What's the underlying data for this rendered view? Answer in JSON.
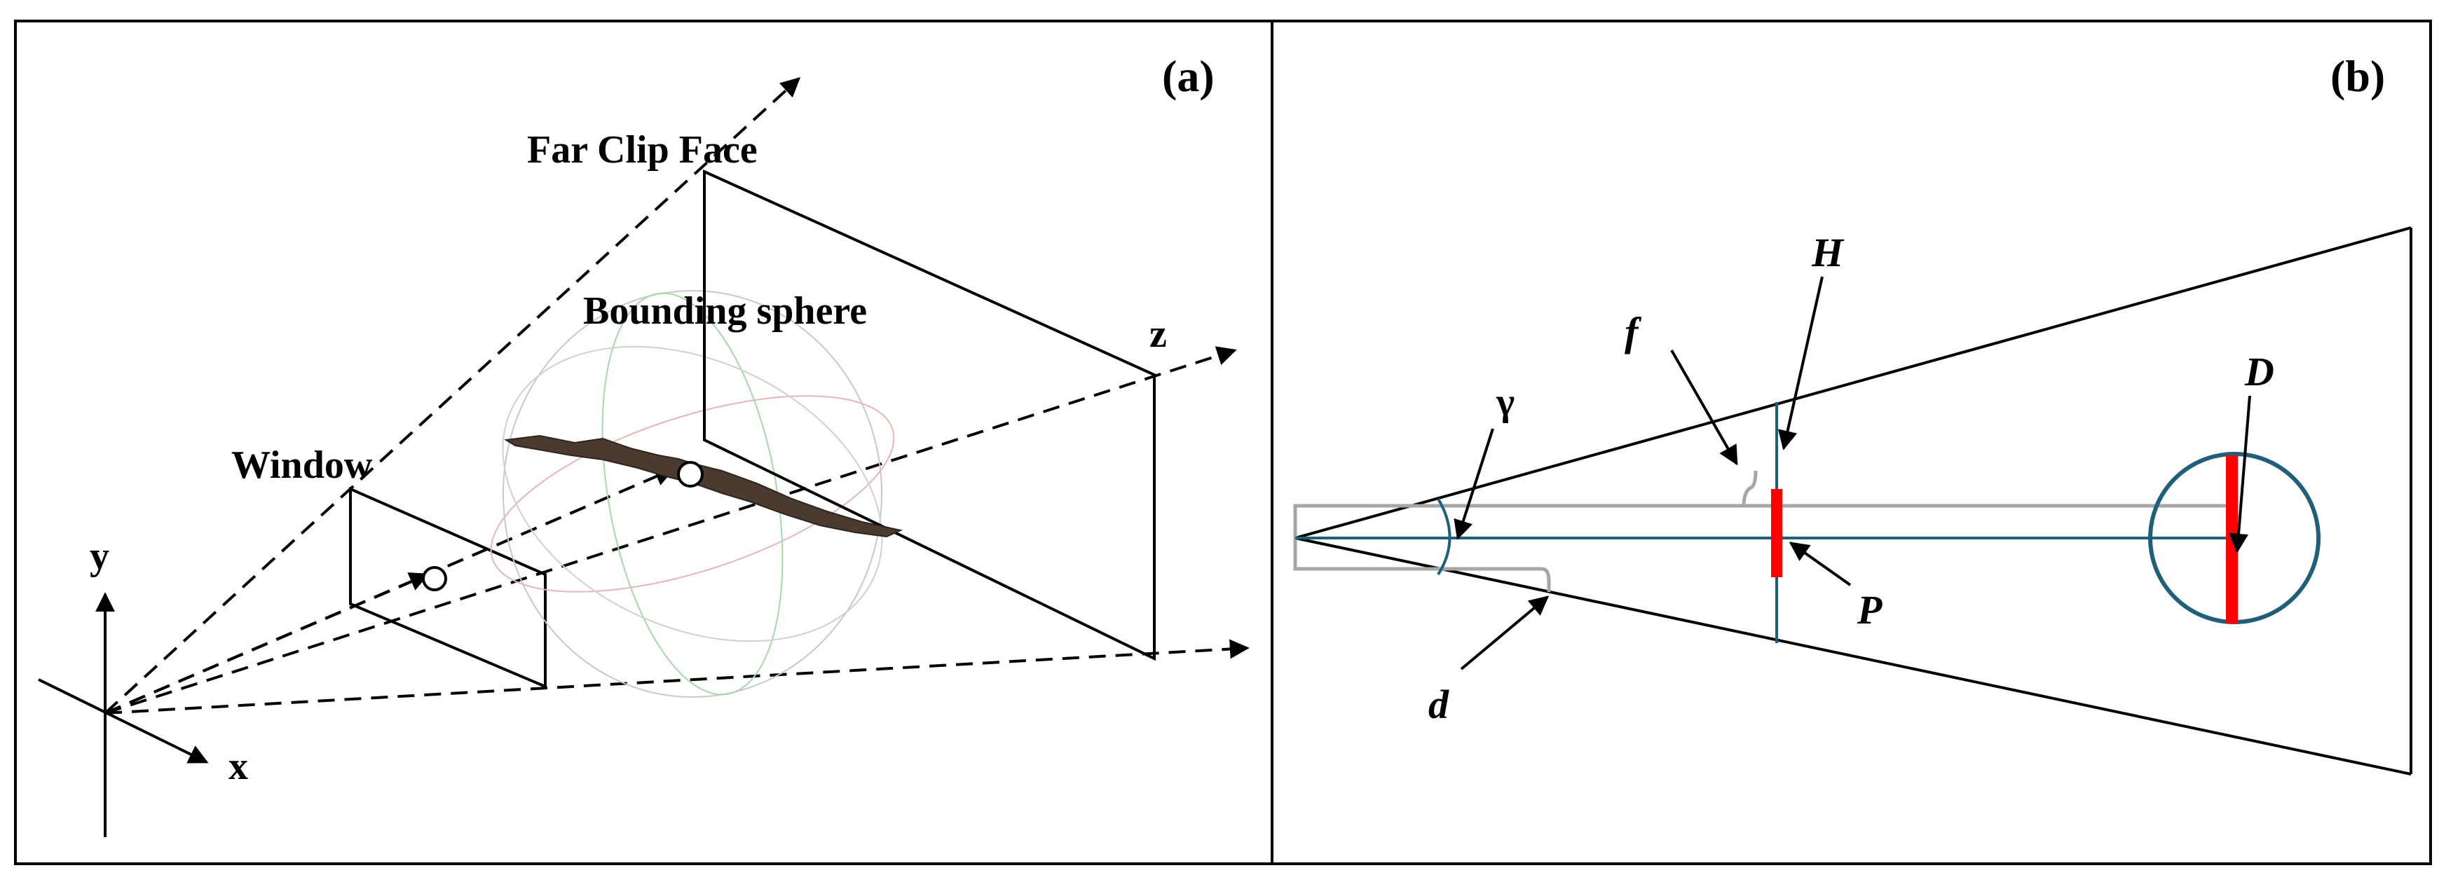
{
  "panel_a": {
    "tag": "(a)",
    "far_clip_face": "Far Clip Face",
    "bounding_sphere": "Bounding sphere",
    "window": "Window",
    "axis_x": "x",
    "axis_y": "y",
    "axis_z": "z"
  },
  "panel_b": {
    "tag": "(b)",
    "label_f": "f",
    "label_H": "H",
    "label_gamma": "γ",
    "label_D": "D",
    "label_P": "P",
    "label_d": "d"
  },
  "colors": {
    "line": "#000000",
    "teal": "#1f5f7a",
    "red": "#ff0000",
    "gray": "#a6a6a6",
    "sphere_gray": "#c8c8c8",
    "sphere_pink": "#e8b5b5",
    "sphere_green": "#a8d8a8",
    "object": "#4a3a30"
  }
}
